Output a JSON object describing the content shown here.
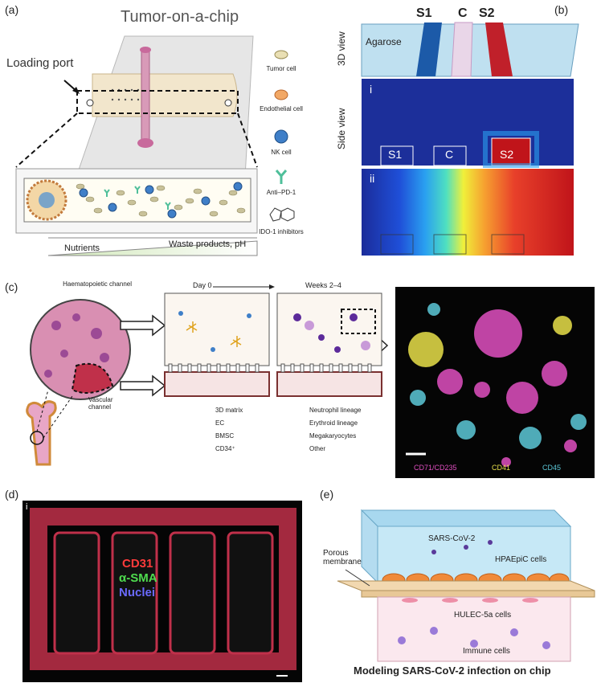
{
  "panel_a": {
    "label": "(a)",
    "title": "Tumor-on-a-chip",
    "loading_port": "Loading port",
    "legend": [
      {
        "text": "Tumor cell",
        "icon": "tumor-cell-icon"
      },
      {
        "text": "Endothelial cell",
        "icon": "endothelial-cell-icon"
      },
      {
        "text": "NK cell",
        "icon": "nk-cell-icon"
      },
      {
        "text": "Anti–PD-1",
        "icon": "antibody-icon"
      },
      {
        "text": "IDO-1 inhibitors",
        "icon": "molecule-icon"
      }
    ],
    "nutrients": "Nutrients",
    "waste": "Waste products, pH"
  },
  "panel_b": {
    "label": "(b)",
    "s1": "S1",
    "c": "C",
    "s2": "S2",
    "agarose": "Agarose",
    "view_3d": "3D view",
    "view_side": "Side view",
    "sub_i": "i",
    "sub_ii": "ii",
    "box_s1": "S1",
    "box_c": "C",
    "box_s2": "S2"
  },
  "panel_c": {
    "label": "(c)",
    "haem_channel": "Haematopoietic channel",
    "vascular_channel": "Vascular channel",
    "day0": "Day 0",
    "weeks": "Weeks 2–4",
    "legend_left": [
      {
        "text": "3D matrix"
      },
      {
        "text": "EC"
      },
      {
        "text": "BMSC"
      },
      {
        "text": "CD34⁺"
      }
    ],
    "legend_right": [
      {
        "text": "Neutrophil lineage"
      },
      {
        "text": "Erythroid lineage"
      },
      {
        "text": "Megakaryocytes"
      },
      {
        "text": "Other"
      }
    ],
    "markers": [
      "CD71/CD235",
      "CD41",
      "CD45"
    ],
    "colors": {
      "magenta": "#e04fc0",
      "yellow": "#e8e04a",
      "cyan": "#5cc8d8"
    }
  },
  "panel_d": {
    "label": "(d)",
    "sub": "i",
    "stains": [
      "CD31",
      "α-SMA",
      "Nuclei"
    ],
    "colors": {
      "cd31": "#ff3b3b",
      "sma": "#4fdc4f",
      "nuclei": "#6a6aff"
    }
  },
  "panel_e": {
    "label": "(e)",
    "virus": "SARS-CoV-2",
    "hpaepic": "HPAEpiC cells",
    "porous": "Porous membrane",
    "hulec": "HULEC-5a cells",
    "immune": "Immune cells",
    "caption": "Modeling SARS-CoV-2 infection on chip"
  }
}
